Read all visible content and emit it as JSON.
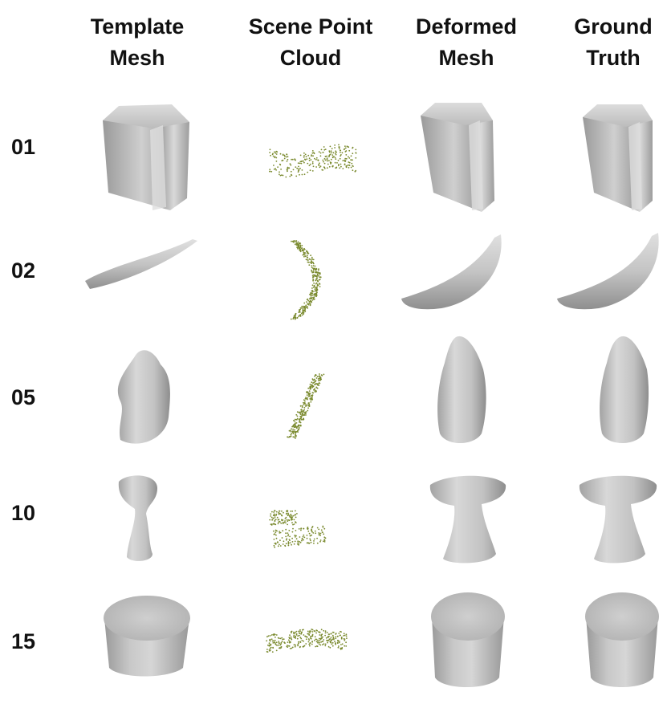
{
  "headers": [
    {
      "line1": "Template",
      "line2": "Mesh"
    },
    {
      "line1": "Scene Point",
      "line2": "Cloud"
    },
    {
      "line1": "Deformed",
      "line2": "Mesh"
    },
    {
      "line1": "Ground",
      "line2": "Truth"
    }
  ],
  "rows": [
    {
      "label": "01",
      "object": "box"
    },
    {
      "label": "02",
      "object": "banana"
    },
    {
      "label": "05",
      "object": "bottle"
    },
    {
      "label": "10",
      "object": "drill"
    },
    {
      "label": "15",
      "object": "cup"
    }
  ],
  "colors": {
    "mesh_light": "#d6d6d6",
    "mesh_mid": "#b4b4b4",
    "mesh_dark": "#8c8c8c",
    "points": "#7a8a2e"
  }
}
